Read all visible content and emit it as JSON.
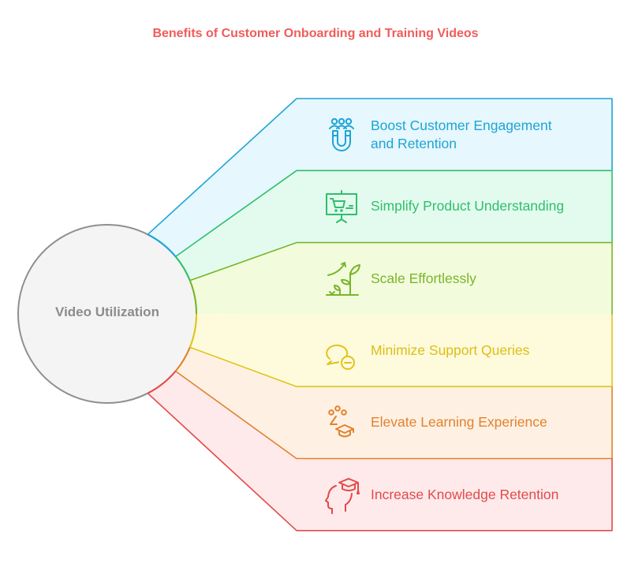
{
  "title": "Benefits of Customer Onboarding and Training Videos",
  "title_color": "#f15b5b",
  "hub": {
    "label": "Video Utilization",
    "fill": "#f4f4f4",
    "stroke": "#8f8f8f",
    "text_color": "#8c8c8c"
  },
  "benefits": [
    {
      "label": "Boost Customer Engagement and Retention",
      "lines": [
        "Boost Customer Engagement",
        "and Retention"
      ],
      "icon": "magnet-people-icon",
      "stroke": "#1ea4d6",
      "fill": "#e6f7fd",
      "text": "#1ea4d6"
    },
    {
      "label": "Simplify Product Understanding",
      "lines": [
        "Simplify Product Understanding"
      ],
      "icon": "presentation-cart-icon",
      "stroke": "#2fbf6a",
      "fill": "#e3fbef",
      "text": "#2fbf6a"
    },
    {
      "label": "Scale Effortlessly",
      "lines": [
        "Scale Effortlessly"
      ],
      "icon": "growth-plant-icon",
      "stroke": "#7ab52a",
      "fill": "#f2fcdd",
      "text": "#7ab52a"
    },
    {
      "label": "Minimize Support Queries",
      "lines": [
        "Minimize Support Queries"
      ],
      "icon": "chat-minus-icon",
      "stroke": "#e0c41a",
      "fill": "#fefadc",
      "text": "#dcbf16"
    },
    {
      "label": "Elevate Learning Experience",
      "lines": [
        "Elevate Learning Experience"
      ],
      "icon": "learners-graduation-icon",
      "stroke": "#e3812c",
      "fill": "#fef1e4",
      "text": "#e3812c"
    },
    {
      "label": "Increase Knowledge Retention",
      "lines": [
        "Increase Knowledge Retention"
      ],
      "icon": "head-graduation-icon",
      "stroke": "#e34a4a",
      "fill": "#feeaea",
      "text": "#e34a4a"
    }
  ]
}
